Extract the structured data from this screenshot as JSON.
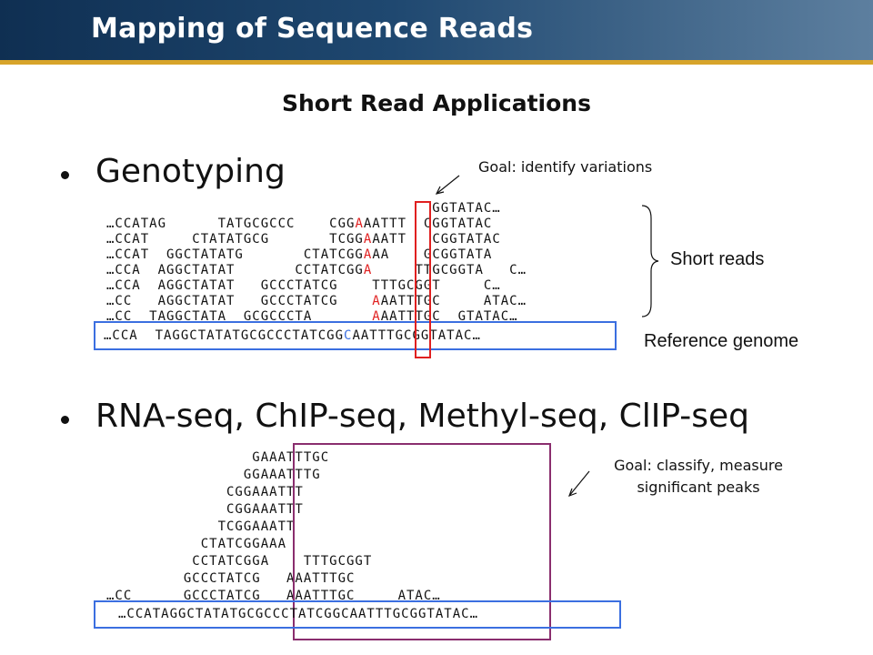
{
  "header": {
    "title": "Mapping of Sequence Reads"
  },
  "subtitle": "Short Read Applications",
  "bullets": [
    "Genotyping",
    "RNA-seq, ChIP-seq, Methyl-seq, ClIP-seq"
  ],
  "goals": [
    "Goal: identify variations",
    "Goal: classify, measure significant peaks"
  ],
  "labels": {
    "short_reads": "Short reads",
    "reference_genome": "Reference genome"
  },
  "genotyping": {
    "reads": [
      {
        "segments": [
          [
            "                                      GGTATAC…",
            ""
          ]
        ]
      },
      {
        "segments": [
          [
            "…CCATAG      TATGCGCCC    CGG",
            ""
          ],
          [
            "A",
            "r"
          ],
          [
            "AATTT  CGGTATAC",
            ""
          ]
        ]
      },
      {
        "segments": [
          [
            "…CCAT     CTATATGCG       TCGG",
            ""
          ],
          [
            "A",
            "r"
          ],
          [
            "AATT   CGGTATAC",
            ""
          ]
        ]
      },
      {
        "segments": [
          [
            "…CCAT  GGCTATATG       CTATCGG",
            ""
          ],
          [
            "A",
            "r"
          ],
          [
            "AA    GCGGTATA",
            ""
          ]
        ]
      },
      {
        "segments": [
          [
            "…CCA  AGGCTATAT       CCTATCGG",
            ""
          ],
          [
            "A",
            "r"
          ],
          [
            "     TTGCGGTA   C…",
            ""
          ]
        ]
      },
      {
        "segments": [
          [
            "…CCA  AGGCTATAT   GCCCTATCG    TTTGCGGT     C…",
            ""
          ]
        ]
      },
      {
        "segments": [
          [
            "…CC   AGGCTATAT   GCCCTATCG    ",
            ""
          ],
          [
            "A",
            "r"
          ],
          [
            "AATTTGC     ATAC…",
            ""
          ]
        ]
      },
      {
        "segments": [
          [
            "…CC  TAGGCTATA  GCGCCCTA       ",
            ""
          ],
          [
            "A",
            "r"
          ],
          [
            "AATTTGC  GTATAC…",
            ""
          ]
        ]
      }
    ],
    "reference": [
      [
        "…CCA  TAGGCTATATGCGCCCTATCGG",
        ""
      ],
      [
        "C",
        "b"
      ],
      [
        "AATTTGCGGTATAC…",
        ""
      ]
    ]
  },
  "peaks": {
    "reads": [
      "                 GAAATTTGC",
      "                GGAAATTTG",
      "              CGGAAATTT",
      "              CGGAAATTT",
      "             TCGGAAATT",
      "           CTATCGGAAA",
      "          CCTATCGGA    TTTGCGGT",
      "         GCCCTATCG   AAATTTGC",
      "…CC      GCCCTATCG   AAATTTGC     ATAC…"
    ],
    "reference": "…CCATAGGCTATATGCGCCCTATCGGCAATTTGCGGTATAC…"
  },
  "colors": {
    "header_dark": "#0f2f52",
    "header_light": "#5d7f9f",
    "header_rule": "#d7a42a",
    "highlight_red": "#e02020",
    "reference_box_blue": "#3b6fe0",
    "peak_box_purple": "#8a2e6e"
  }
}
